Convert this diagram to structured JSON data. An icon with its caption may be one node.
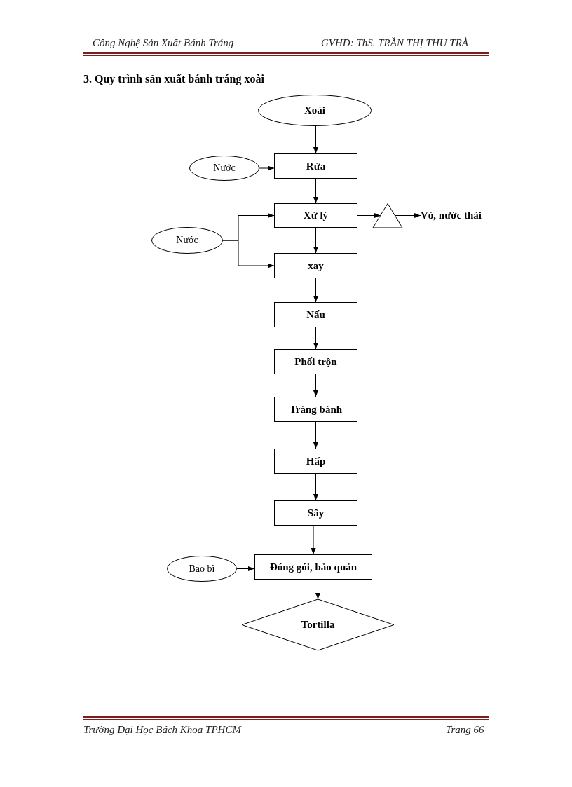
{
  "diagram": {
    "title": "3. Quy trình sản xuất bánh tráng xoài",
    "nodes": [
      {
        "text": [
          "Xoài"
        ]
      },
      {
        "text": [
          "Nước"
        ]
      },
      {
        "text": [
          "Rửa"
        ]
      },
      {
        "text": [
          "Nước"
        ]
      },
      {
        "text": [
          "Xử lý"
        ]
      },
      {
        "text": [],
        "shape": "triangle"
      },
      {
        "text": [
          "Vỏ, nước thải"
        ]
      },
      {
        "text": [
          "xay"
        ]
      },
      {
        "text": [
          "Nấu"
        ]
      },
      {
        "text": [
          "Phối trộn"
        ]
      },
      {
        "text": [
          "Tráng bánh"
        ]
      },
      {
        "text": [
          "Hấp"
        ]
      },
      {
        "text": [
          "Sấy"
        ]
      },
      {
        "text": [
          "Bao bì"
        ]
      },
      {
        "text": [
          "Đóng gói, bảo quản"
        ]
      },
      {
        "text": [
          "Tortilla"
        ]
      }
    ],
    "edges": [
      {
        "from": 0,
        "to": 2,
        "arrow": "to"
      },
      {
        "from": 1,
        "to": 2,
        "arrow": "to"
      },
      {
        "from": 2,
        "to": 4,
        "arrow": "to"
      },
      {
        "from": 3,
        "to": 4,
        "arrow": "to"
      },
      {
        "from": 3,
        "to": 7,
        "arrow": "to"
      },
      {
        "from": 4,
        "to": 5,
        "arrow": "to"
      },
      {
        "from": 5,
        "to": 6,
        "arrow": "to"
      },
      {
        "from": 4,
        "to": 7,
        "arrow": "to"
      },
      {
        "from": 7,
        "to": 8,
        "arrow": "to"
      },
      {
        "from": 8,
        "to": 9,
        "arrow": "to"
      },
      {
        "from": 9,
        "to": 10,
        "arrow": "to"
      },
      {
        "from": 10,
        "to": 11,
        "arrow": "to"
      },
      {
        "from": 11,
        "to": 12,
        "arrow": "to"
      },
      {
        "from": 12,
        "to": 14,
        "arrow": "to"
      },
      {
        "from": 13,
        "to": 14,
        "arrow": "to"
      },
      {
        "from": 14,
        "to": 15,
        "arrow": "to"
      }
    ],
    "labels": [
      "Công Nghệ Sản Xuất Bánh Tráng",
      "GVHD: ThS. TRẦN THỊ THU TRÀ",
      "Trường Đại Học Bách Khoa TPHCM",
      "Trang 66"
    ]
  }
}
